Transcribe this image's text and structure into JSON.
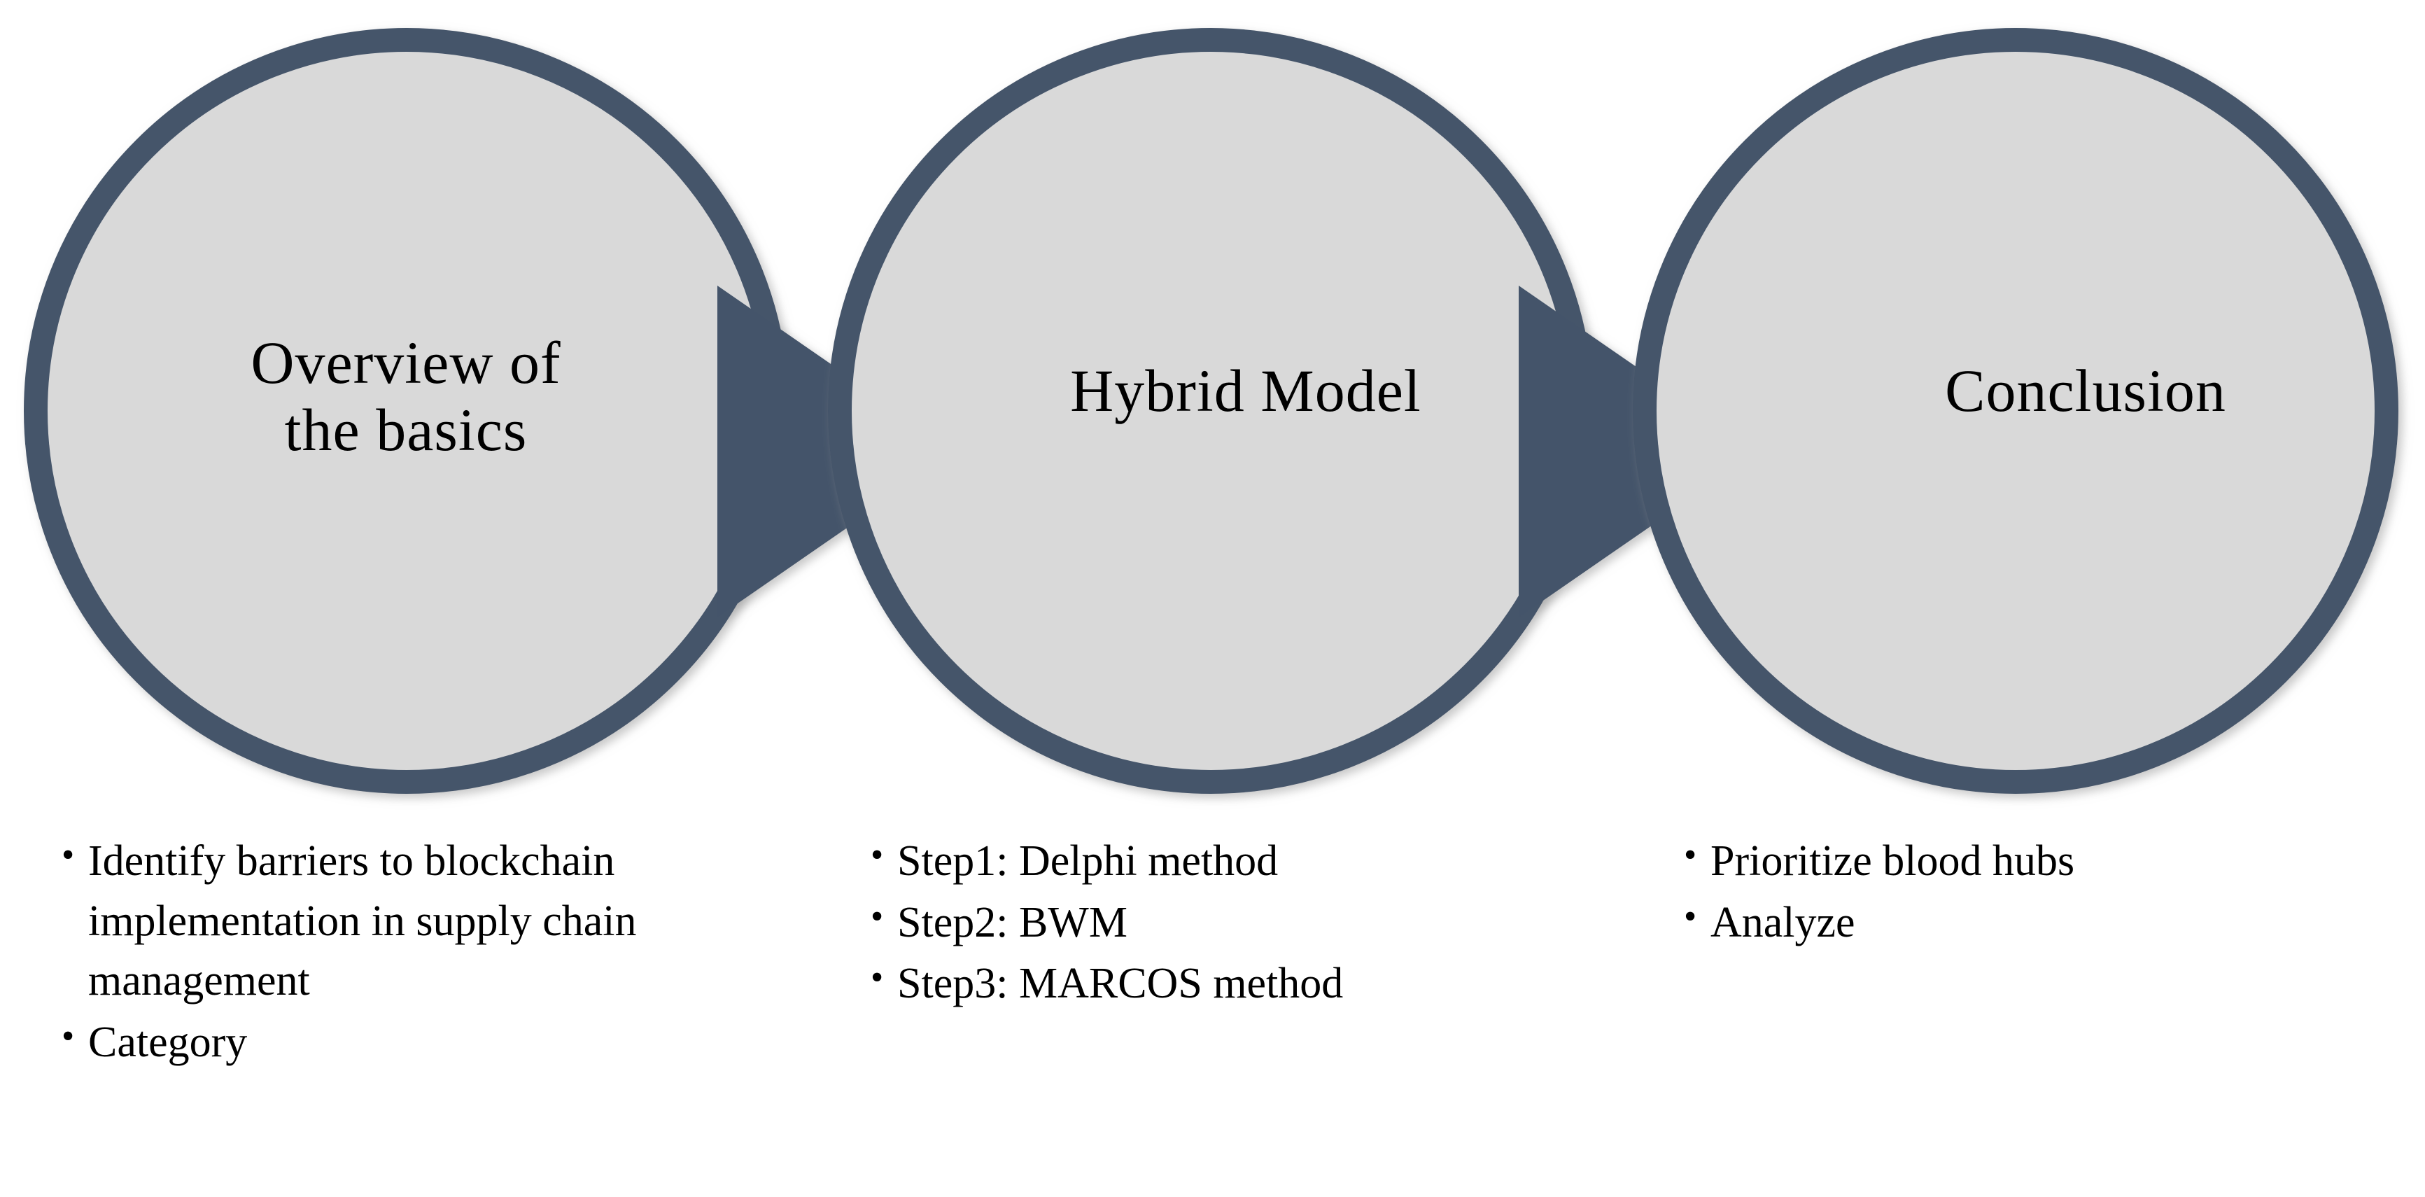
{
  "diagram": {
    "type": "process-flow",
    "orientation": "horizontal",
    "background_color": "#FFFFFF",
    "colors": {
      "circle_fill": "#D9D9D9",
      "circle_border": "#44546A",
      "arrow_fill": "#44546A",
      "text": "#000000"
    },
    "stages": [
      {
        "id": "stage-1",
        "circle_label": "Overview of\nthe basics",
        "bullets": [
          "Identify barriers to blockchain implementation in supply chain management",
          "Category"
        ]
      },
      {
        "id": "stage-2",
        "circle_label": "Hybrid Model",
        "bullets": [
          "Step1: Delphi method",
          "Step2: BWM",
          "Step3: MARCOS method"
        ]
      },
      {
        "id": "stage-3",
        "circle_label": "Conclusion",
        "bullets": [
          "Prioritize blood hubs",
          "Analyze"
        ]
      }
    ],
    "connectors": [
      {
        "id": "arrow-1",
        "from": "stage-1",
        "to": "stage-2",
        "shape": "right-triangle-chevron"
      },
      {
        "id": "arrow-2",
        "from": "stage-2",
        "to": "stage-3",
        "shape": "right-triangle-chevron"
      }
    ]
  }
}
